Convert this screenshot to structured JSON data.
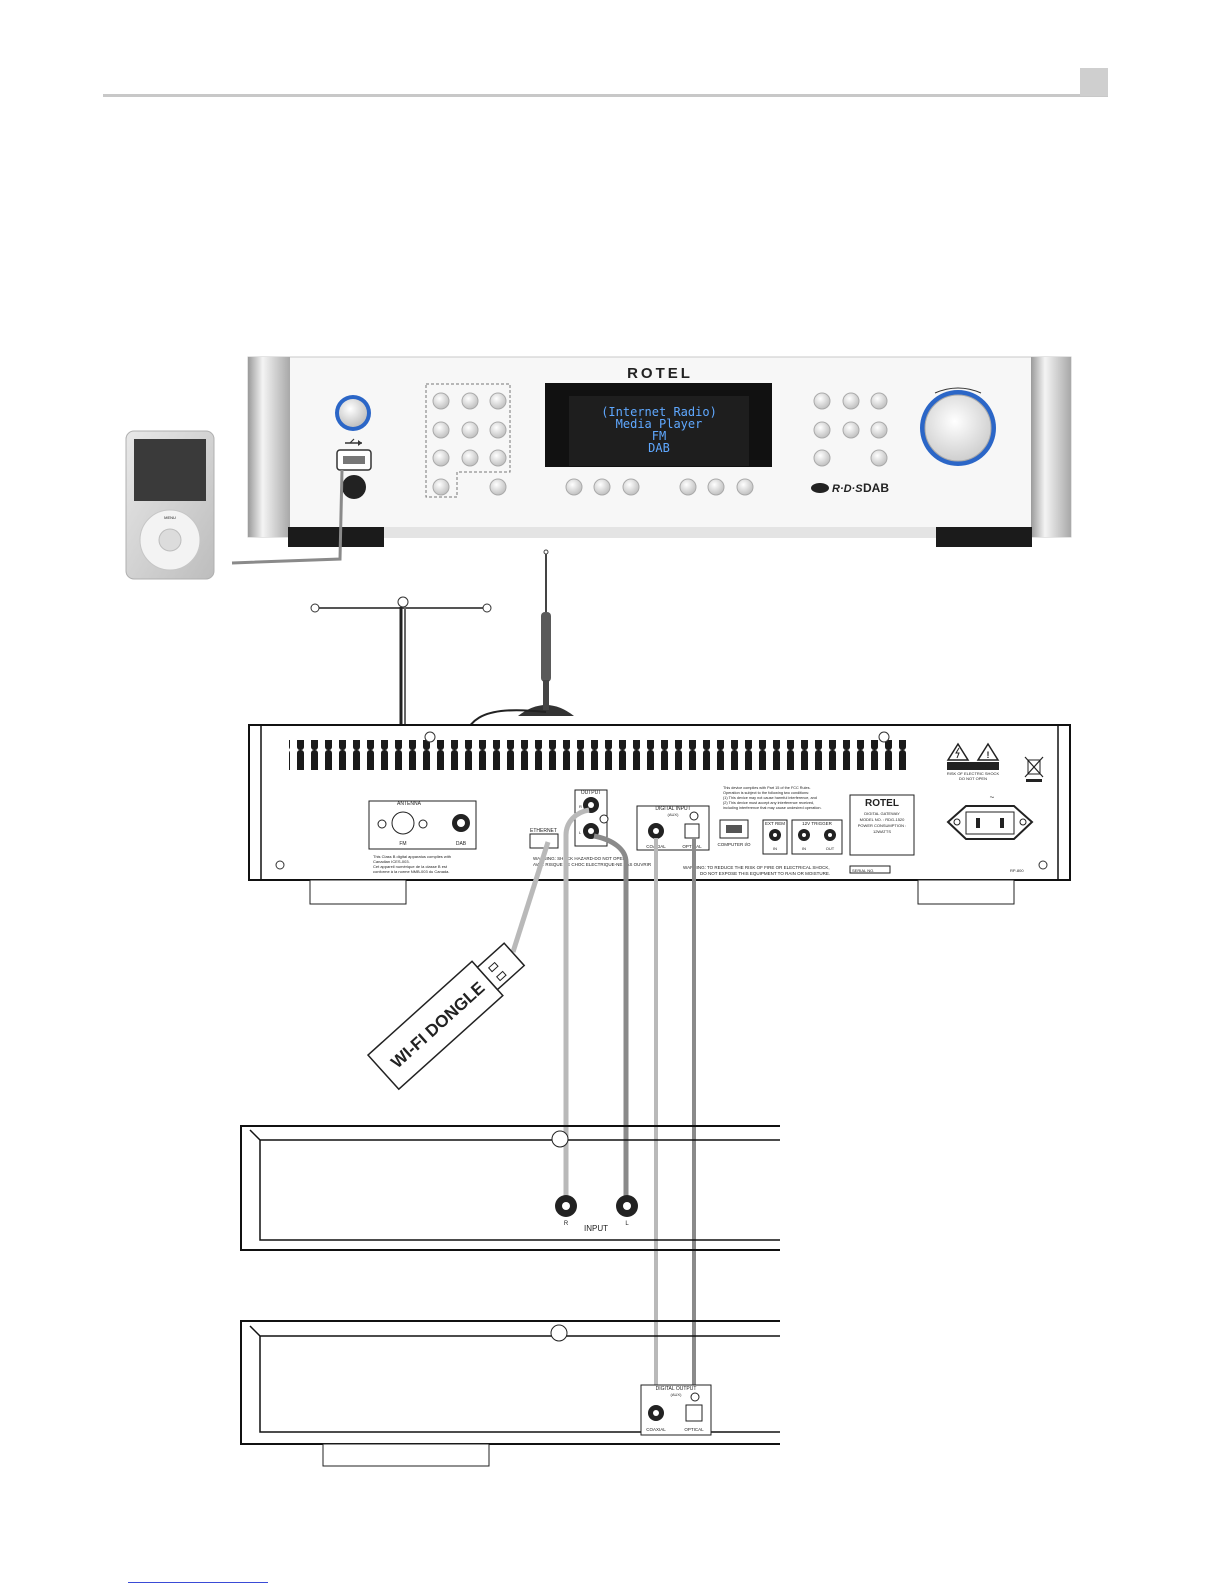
{
  "front_panel": {
    "brand": "ROTEL",
    "usb_icon": "usb-icon",
    "display_lines": [
      "(Internet Radio)",
      "Media Player",
      "FM",
      "DAB"
    ],
    "rds_logo": "R·D·S",
    "dab_logo": "DAB"
  },
  "rear_panel": {
    "antenna_label": "ANTENNA",
    "fm_label": "FM",
    "dab_label": "DAB",
    "ethernet_label": "ETHERNET",
    "output_label": "OUTPUT",
    "output_r": "R",
    "output_l": "L",
    "digital_input_label": "DIGITAL INPUT",
    "digital_input_sub": "(AUX)",
    "coaxial_label": "COAXIAL",
    "optical_label": "OPTICAL",
    "computer_io_label": "COMPUTER I/O",
    "ext_rem_label": "EXT REM",
    "ext_rem_in": "IN",
    "trigger_label": "12V TRIGGER",
    "trigger_in": "IN",
    "trigger_out": "OUT",
    "brand": "ROTEL",
    "model_lines": [
      "DIGITAL GATEWAY",
      "MODEL NO. : RDG-1520",
      "POWER CONSUMPTION :",
      "12WATTS"
    ],
    "caution": "CAUTION",
    "caution_lines": [
      "RISK OF ELECTRIC SHOCK",
      "DO NOT OPEN"
    ],
    "fcc_lines": [
      "This device complies with Part 15 of the FCC Rules.",
      "Operation is subject to the following two conditions:",
      "(1) This device may not cause harmful interference, and",
      "(2) This device must accept any interference received,",
      "including interference that may cause undesired operation."
    ],
    "canada_lines": [
      "This Class B digital apparatus complies with",
      "Canadian ICES-003.",
      "Cet appareil numérique de la classe B est",
      "conforme à la norme NMB-003 du Canada."
    ],
    "warning_shock": "WARNING: SHOCK HAZARD-DO NOT OPEN",
    "avis": "AVIS: RISQUE DE CHOC ELECTRIQUE-NE PAS OUVRIR",
    "warning_fire": "WARNING: TO REDUCE THE RISK OF FIRE OR ELECTRICAL SHOCK,",
    "warning_fire_2": "DO NOT EXPOSE THIS EQUIPMENT TO RAIN OR MOISTURE.",
    "serial": "SERIAL NO.",
    "part_no": "RP-800"
  },
  "dongle": {
    "label": "WI-FI DONGLE"
  },
  "amplifier": {
    "input_label": "INPUT",
    "r": "R",
    "l": "L"
  },
  "cd_player": {
    "digital_output_label": "DIGITAL OUTPUT",
    "digital_output_sub": "(AUX)",
    "coaxial_label": "COAXIAL",
    "optical_label": "OPTICAL"
  },
  "colors": {
    "display_bg": "#111111",
    "display_text": "#5fa8ff",
    "knob_ring": "#2b66c7",
    "cable_light": "#b9b9b9",
    "cable_dark": "#8a8a8a"
  }
}
